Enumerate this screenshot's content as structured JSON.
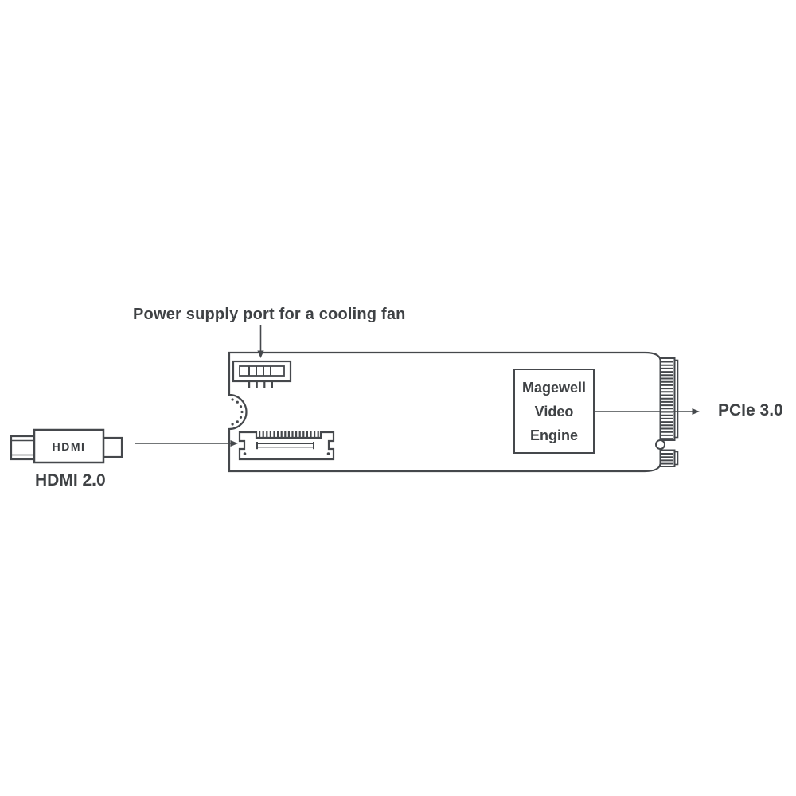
{
  "labels": {
    "fan_port": "Power supply port for a cooling fan",
    "hdmi_logo": "HDMI",
    "hdmi_version": "HDMI 2.0",
    "pcie": "PCIe 3.0"
  },
  "engine_box": {
    "line1": "Magewell",
    "line2": "Video",
    "line3": "Engine"
  },
  "colors": {
    "line": "#45484c",
    "text": "#3f4245",
    "background": "#ffffff"
  },
  "icons": {
    "hdmi_plug": "hdmi-plug-icon",
    "fan_power_connector": "fan-power-connector-icon",
    "hdmi_board_connector": "hdmi-board-connector-icon",
    "mounting_notch": "mounting-notch-icon",
    "m2_edge_connector": "m2-edge-connector-icon",
    "fan_arrow": "fan-port-arrow-icon",
    "hdmi_arrow": "hdmi-input-arrow-icon",
    "pcie_arrow": "pcie-output-arrow-icon"
  }
}
